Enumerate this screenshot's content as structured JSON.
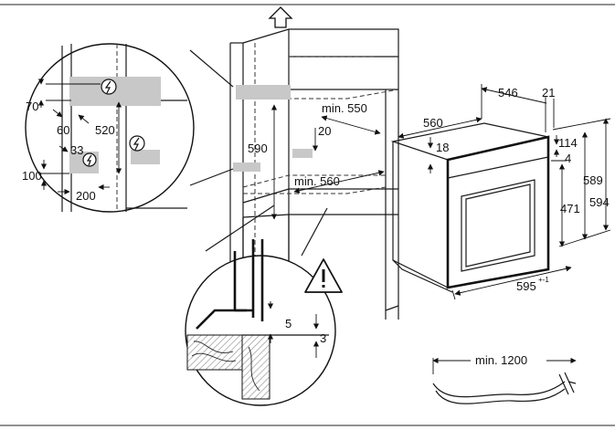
{
  "niche_labels": {
    "min_depth": "min. 550",
    "niche_height": "590",
    "vent_depth": "20",
    "min_width": "min. 560"
  },
  "zoom_labels": {
    "h70": "70",
    "h60": "60",
    "h520": "520",
    "h33": "33",
    "h100": "100",
    "h200": "200"
  },
  "oven_labels": {
    "d546": "546",
    "d21": "21",
    "w560": "560",
    "h18": "18",
    "h114": "114",
    "h4": "4",
    "h589": "589",
    "h594": "594",
    "h471": "471",
    "w595": "595",
    "w595_tol": "+-1"
  },
  "detail_labels": {
    "gap5": "5",
    "gap3": "3"
  },
  "cable": {
    "min_length": "min. 1200"
  },
  "icons": [
    "up-arrow-icon",
    "electric-socket-icon",
    "warning-triangle-icon"
  ]
}
